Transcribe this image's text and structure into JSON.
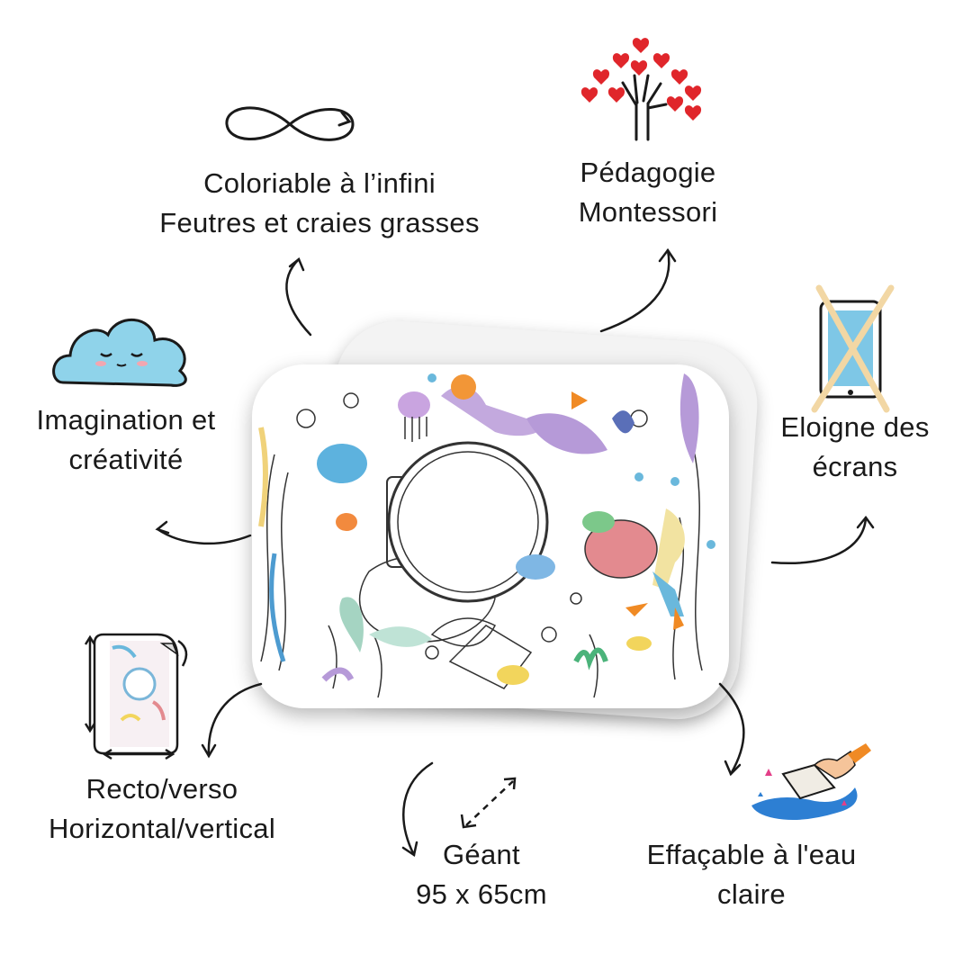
{
  "features": {
    "infinite": {
      "line1": "Coloriable à l’infini",
      "line2": "Feutres et craies grasses",
      "icon": "infinity-icon"
    },
    "montessori": {
      "line1": "Pédagogie",
      "line2": "Montessori",
      "icon": "hand-hearts-icon"
    },
    "imagination": {
      "line1": "Imagination et",
      "line2": "créativité",
      "icon": "cloud-icon"
    },
    "screens": {
      "line1": "Eloigne des",
      "line2": "écrans",
      "icon": "crossed-tablet-icon"
    },
    "reversible": {
      "line1": "Recto/verso",
      "line2": "Horizontal/vertical",
      "icon": "flip-sheet-icon"
    },
    "giant": {
      "line1": "Géant",
      "line2": "95 x 65cm",
      "icon": "diagonal-resize-icon"
    },
    "erasable": {
      "line1": "Effaçable à l'eau",
      "line2": "claire",
      "icon": "sponge-water-icon"
    }
  },
  "product": {
    "icon": "ocean-coloring-mat-image"
  },
  "colors": {
    "text": "#1a1a1a",
    "heart": "#e0262b",
    "cloud": "#8fd3ea",
    "tablet": "#7ec7e6",
    "orange": "#f08a24",
    "purple": "#b79ad6",
    "blue": "#6ab8dc"
  }
}
